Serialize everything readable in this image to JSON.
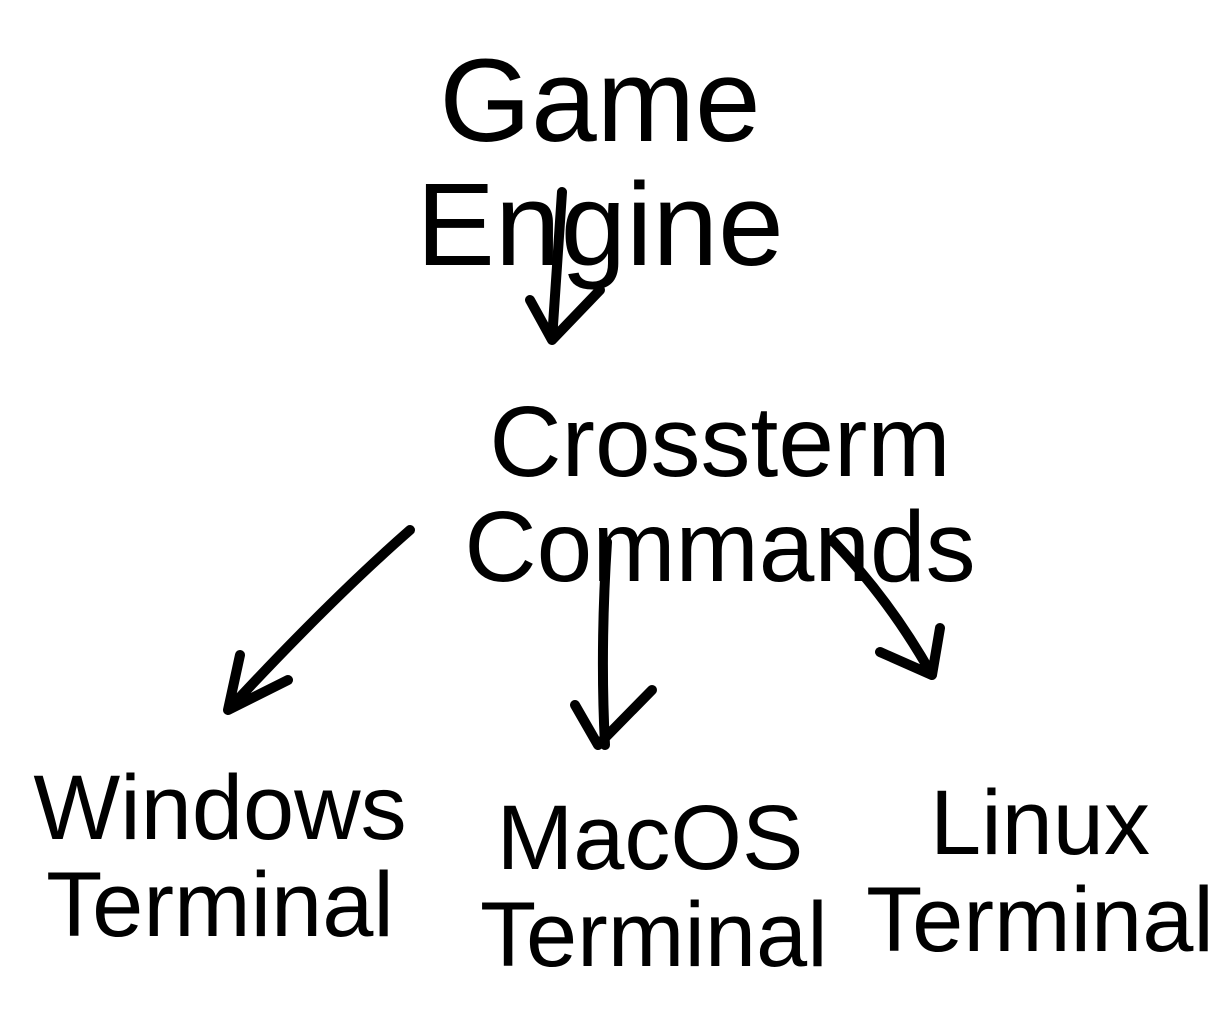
{
  "nodes": {
    "game_engine": "Game Engine",
    "crossterm_commands": "Crossterm Commands",
    "windows": {
      "line1": "Windows",
      "line2": "Terminal"
    },
    "macos": {
      "line1": "MacOS",
      "line2": "Terminal"
    },
    "linux": {
      "line1": "Linux",
      "line2": "Terminal"
    }
  },
  "edges": [
    {
      "from": "Game Engine",
      "to": "Crossterm Commands"
    },
    {
      "from": "Crossterm Commands",
      "to": "Windows Terminal"
    },
    {
      "from": "Crossterm Commands",
      "to": "MacOS Terminal"
    },
    {
      "from": "Crossterm Commands",
      "to": "Linux Terminal"
    }
  ],
  "colors": {
    "ink": "#000000",
    "background": "#ffffff"
  }
}
